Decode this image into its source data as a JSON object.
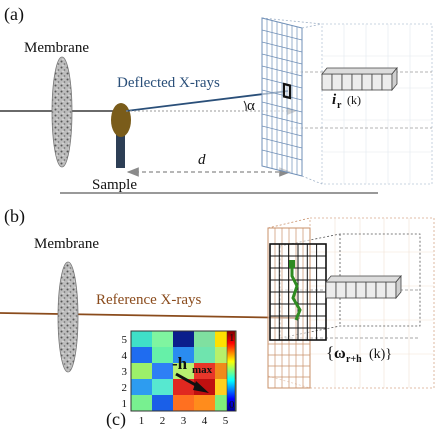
{
  "panels": {
    "a": "(a)",
    "b": "(b)",
    "c": "(c)"
  },
  "labels": {
    "membrane_a": "Membrane",
    "membrane_b": "Membrane",
    "deflected": "Deflected X-rays",
    "reference": "Reference X-rays",
    "alpha": "α",
    "distance": "d",
    "sample": "Sample",
    "i_main": "i",
    "i_sub": "r",
    "i_arg": "(k)",
    "omega_open": "{",
    "omega_main": "ω",
    "omega_sub": "r+h",
    "omega_close": "(k)}",
    "hmax_main": "-h",
    "hmax_sub": "max"
  },
  "heatmap": {
    "x_ticks": [
      "1",
      "2",
      "3",
      "4",
      "5"
    ],
    "y_ticks": [
      "1",
      "2",
      "3",
      "4",
      "5"
    ],
    "cbar_max": "1",
    "cbar_min": "0",
    "cells": [
      [
        "#3fe0c8",
        "#7ff5a0",
        "#0b1e8c",
        "#7fe0a0",
        "#ffe000"
      ],
      [
        "#1f6cf0",
        "#66f0a8",
        "#2a8cf0",
        "#6fe4ae",
        "#b7f06a"
      ],
      [
        "#9cf06a",
        "#2e7ff5",
        "#b8f070",
        "#e8362a",
        "#f08a1a"
      ],
      [
        "#2d9cf0",
        "#57e8d0",
        "#e02820",
        "#c01010",
        "#ffd020"
      ],
      [
        "#78f090",
        "#1a5fe8",
        "#ff7020",
        "#ff8c1c",
        "#7ff07a"
      ]
    ]
  },
  "colors": {
    "blue_ray": "#2a4f79",
    "brown_ray": "#8a4b1c",
    "blue_grid": "#6f8fb7",
    "brown_grid": "#c9906a",
    "sample_head": "#7a5c1a",
    "sample_stem": "#2d3e55"
  }
}
